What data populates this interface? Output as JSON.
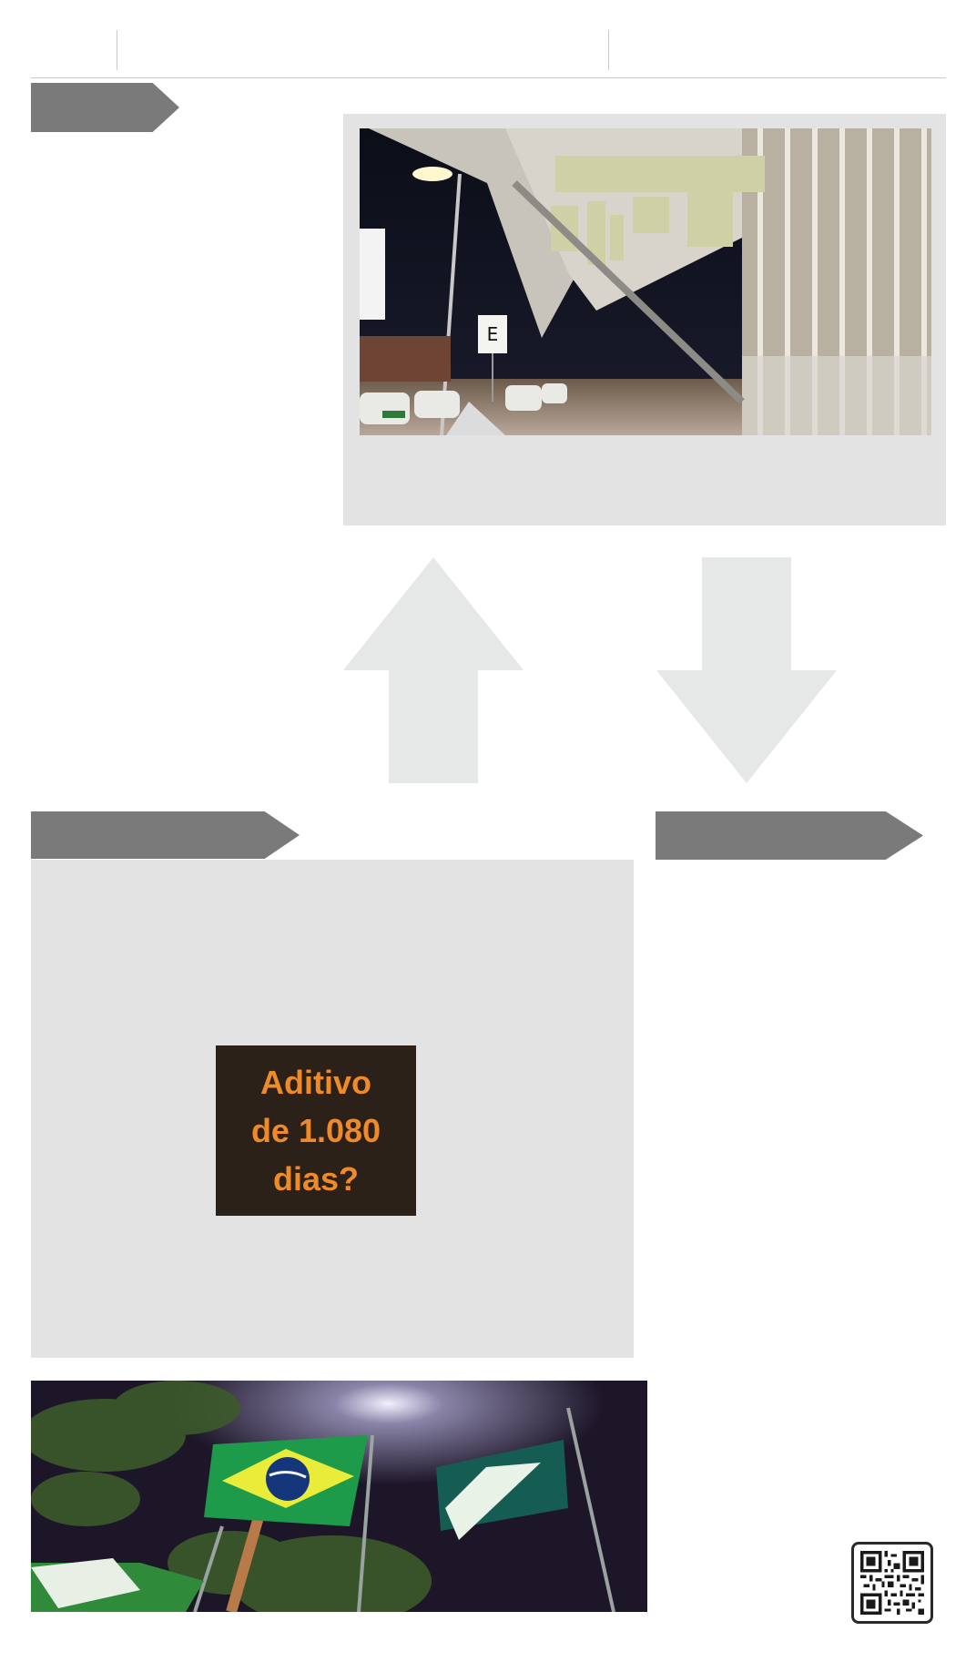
{
  "highlight": {
    "text": "Aditivo\nde 1.080\ndias?",
    "text_color": "#ef8a2b",
    "background_color": "#2b2118"
  },
  "colors": {
    "tag_gray": "#7a7a7a",
    "panel_gray": "#e3e3e3",
    "arrow_gray": "#e6e7e7",
    "rule_gray": "#c9c9c9"
  },
  "images": {
    "top_photo": "airport-canopy-night-photo",
    "bottom_photo": "brazilian-flags-night-photo"
  },
  "icons": {
    "qr": "qr-code-icon",
    "up": "up-arrow-icon",
    "down": "down-arrow-icon"
  }
}
